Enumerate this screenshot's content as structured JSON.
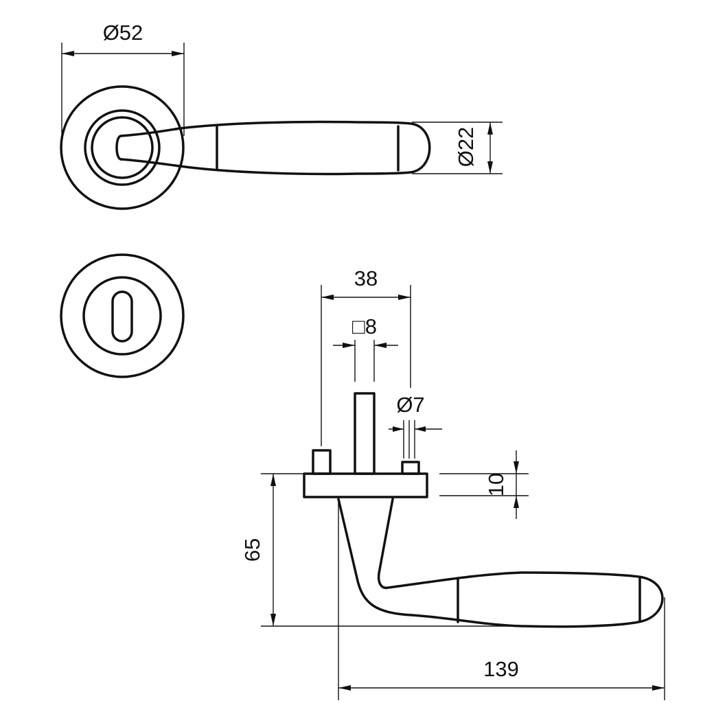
{
  "dimensions": {
    "rose_diameter": "Ø52",
    "handle_diameter": "Ø22",
    "screw_spacing": "38",
    "spindle_square": "□8",
    "pin_diameter": "Ø7",
    "rose_thickness": "10",
    "handle_height": "65",
    "handle_length": "139"
  },
  "colors": {
    "line": "#111111",
    "background": "#ffffff"
  }
}
